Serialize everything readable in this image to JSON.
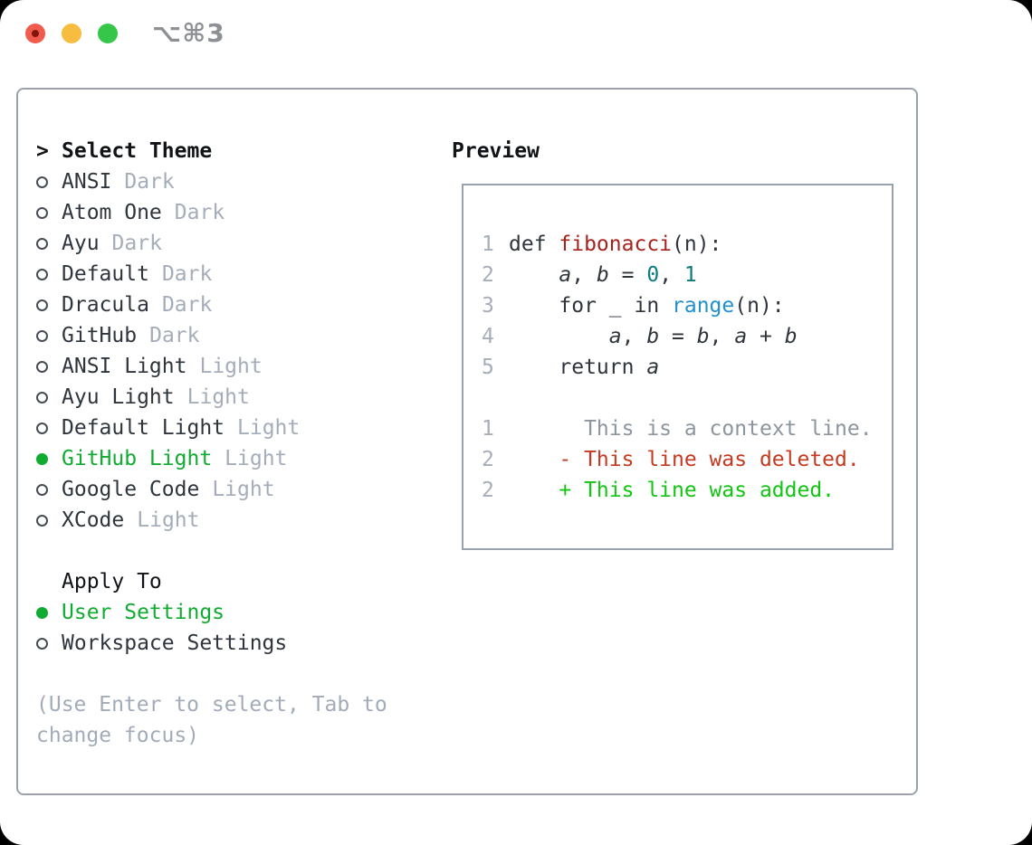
{
  "window": {
    "title": "⌥⌘3",
    "traffic_lights": [
      "close",
      "minimize",
      "zoom"
    ]
  },
  "colors": {
    "panel_border": "#99a2ad",
    "text_primary": "#2f353d",
    "text_muted": "#a4adb9",
    "accent_selected_green": "#10ab31",
    "diff_added_green": "#13c513",
    "diff_deleted_red": "#c43a21",
    "syntax_function_red": "#a6231d",
    "syntax_number_teal": "#0d7a80",
    "syntax_call_blue": "#2290cf",
    "traffic_red": "#f15b4e",
    "traffic_yellow": "#f6bd40",
    "traffic_green": "#36c74a"
  },
  "theme_picker": {
    "prompt": ">",
    "title": "Select Theme",
    "items": [
      {
        "name": "ANSI",
        "variant": "Dark",
        "selected": false
      },
      {
        "name": "Atom One",
        "variant": "Dark",
        "selected": false
      },
      {
        "name": "Ayu",
        "variant": "Dark",
        "selected": false
      },
      {
        "name": "Default",
        "variant": "Dark",
        "selected": false
      },
      {
        "name": "Dracula",
        "variant": "Dark",
        "selected": false
      },
      {
        "name": "GitHub",
        "variant": "Dark",
        "selected": false
      },
      {
        "name": "ANSI Light",
        "variant": "Light",
        "selected": false
      },
      {
        "name": "Ayu Light",
        "variant": "Light",
        "selected": false
      },
      {
        "name": "Default Light",
        "variant": "Light",
        "selected": false
      },
      {
        "name": "GitHub Light",
        "variant": "Light",
        "selected": true
      },
      {
        "name": "Google Code",
        "variant": "Light",
        "selected": false
      },
      {
        "name": "XCode",
        "variant": "Light",
        "selected": false
      }
    ],
    "apply_to": {
      "title": "Apply To",
      "options": [
        {
          "label": "User Settings",
          "selected": true
        },
        {
          "label": "Workspace Settings",
          "selected": false
        }
      ]
    },
    "hint_lines": [
      "(Use Enter to select, Tab to",
      "change focus)"
    ]
  },
  "preview": {
    "title": "Preview",
    "lines": [
      {
        "num": "1",
        "segments": [
          {
            "text": "def ",
            "style": "plain"
          },
          {
            "text": "fibonacci",
            "style": "function"
          },
          {
            "text": "(n):",
            "style": "plain"
          }
        ]
      },
      {
        "num": "2",
        "segments": [
          {
            "text": "    ",
            "style": "plain"
          },
          {
            "text": "a",
            "style": "variable"
          },
          {
            "text": ", ",
            "style": "plain"
          },
          {
            "text": "b",
            "style": "variable"
          },
          {
            "text": " = ",
            "style": "plain"
          },
          {
            "text": "0",
            "style": "number"
          },
          {
            "text": ", ",
            "style": "plain"
          },
          {
            "text": "1",
            "style": "number"
          }
        ]
      },
      {
        "num": "3",
        "segments": [
          {
            "text": "    for _ in ",
            "style": "plain"
          },
          {
            "text": "range",
            "style": "call"
          },
          {
            "text": "(n):",
            "style": "plain"
          }
        ]
      },
      {
        "num": "4",
        "segments": [
          {
            "text": "        ",
            "style": "plain"
          },
          {
            "text": "a",
            "style": "variable"
          },
          {
            "text": ", ",
            "style": "plain"
          },
          {
            "text": "b",
            "style": "variable"
          },
          {
            "text": " = ",
            "style": "plain"
          },
          {
            "text": "b",
            "style": "variable"
          },
          {
            "text": ", ",
            "style": "plain"
          },
          {
            "text": "a",
            "style": "variable"
          },
          {
            "text": " + ",
            "style": "plain"
          },
          {
            "text": "b",
            "style": "variable"
          }
        ]
      },
      {
        "num": "5",
        "segments": [
          {
            "text": "    return ",
            "style": "plain"
          },
          {
            "text": "a",
            "style": "variable"
          }
        ]
      },
      {
        "num": "",
        "segments": []
      },
      {
        "num": "1",
        "segments": [
          {
            "text": "      This is a context line.",
            "style": "context"
          }
        ]
      },
      {
        "num": "2",
        "segments": [
          {
            "text": "    - This line was deleted.",
            "style": "deleted"
          }
        ]
      },
      {
        "num": "2",
        "segments": [
          {
            "text": "    + This line was added.",
            "style": "added"
          }
        ]
      }
    ]
  }
}
